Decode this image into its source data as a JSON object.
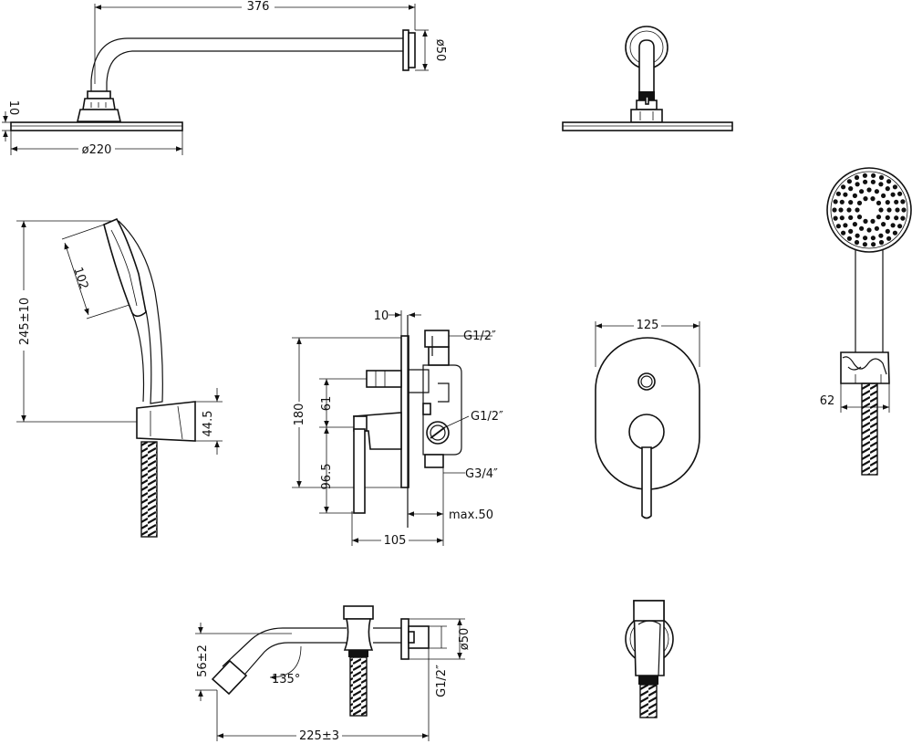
{
  "drawing": {
    "shower_arm": {
      "length": "376",
      "flange_dia": "ø50",
      "rose_height": "10",
      "rose_dia": "ø220"
    },
    "hand_shower": {
      "total_length": "245±10",
      "head_dia": "102",
      "holder_height": "44.5"
    },
    "mixer_side": {
      "wall": "10",
      "inlet_top": "G1/2″",
      "inlet_mid": "G1/2″",
      "outlet": "G3/4″",
      "height": "180",
      "spacing": "61",
      "lever_offset": "96.5",
      "depth_max": "max.50",
      "width": "105"
    },
    "mixer_front": {
      "plate_width": "125"
    },
    "hand_holder_side": {
      "offset": "62"
    },
    "spout": {
      "height": "56±2",
      "angle": "135°",
      "length": "225±3",
      "flange_dia": "ø50",
      "thread": "G1/2″"
    }
  }
}
